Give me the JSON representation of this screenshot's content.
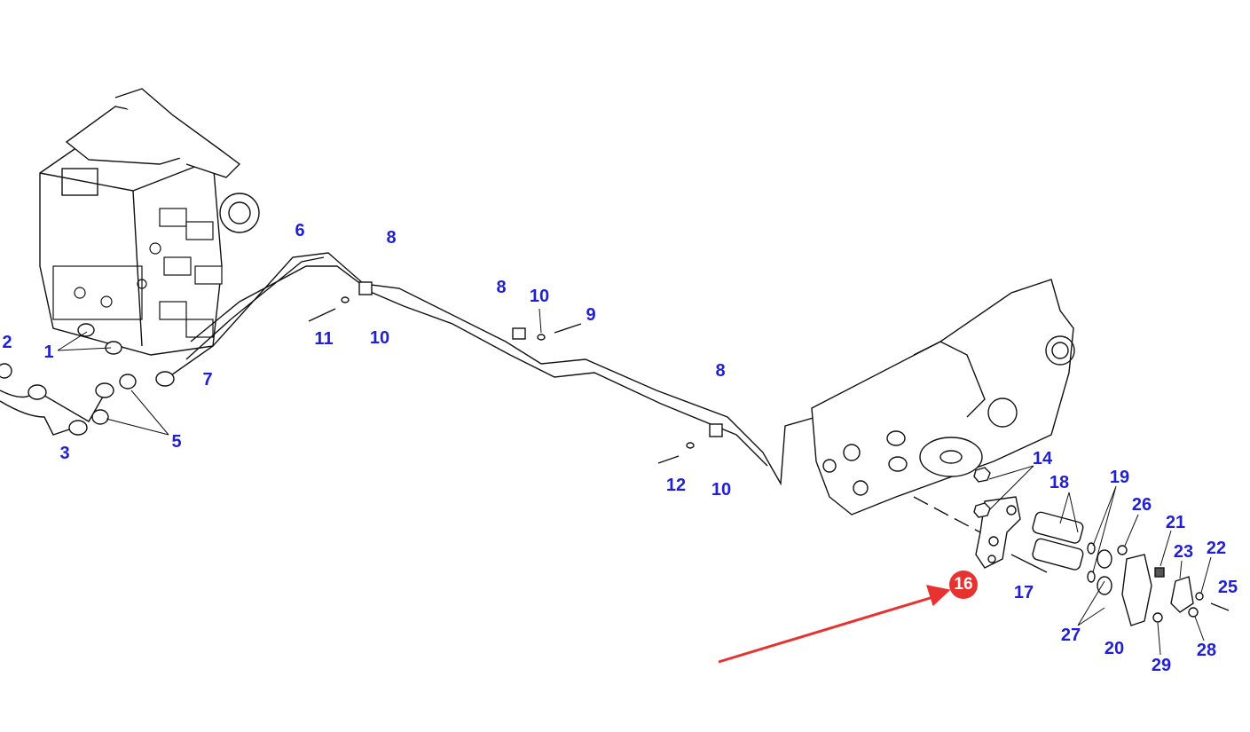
{
  "diagram": {
    "callouts": [
      "2",
      "1",
      "3",
      "5",
      "7",
      "6",
      "8",
      "11",
      "10",
      "8",
      "10",
      "9",
      "8",
      "12",
      "10",
      "14",
      "18",
      "19",
      "26",
      "21",
      "23",
      "22",
      "25",
      "17",
      "27",
      "20",
      "29",
      "28"
    ],
    "highlight": {
      "label": "16",
      "color": "#e8322f"
    },
    "label_color": "#1f1fd6"
  }
}
